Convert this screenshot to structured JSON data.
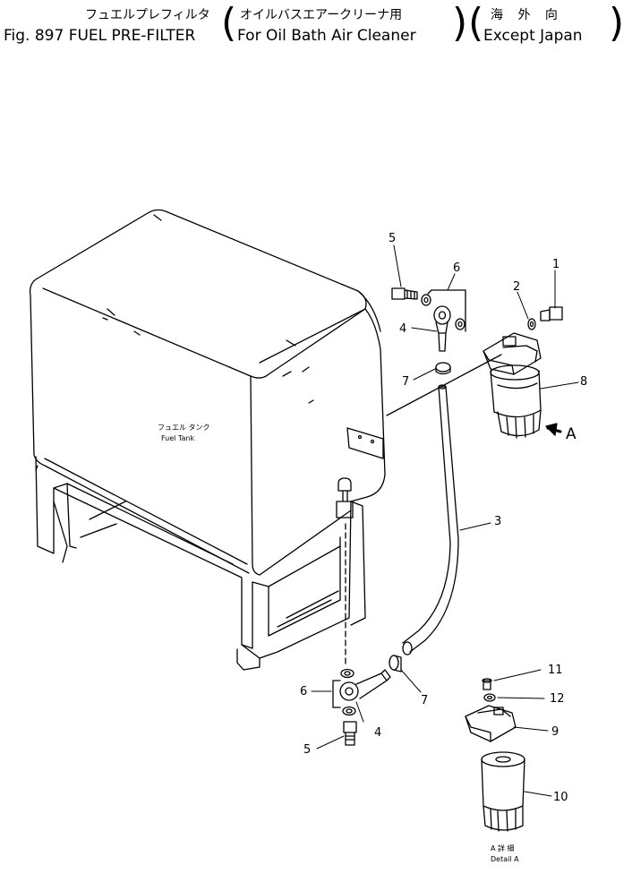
{
  "title": {
    "jp_main": "フュエルプレフィルタ",
    "en_main": "Fig. 897 FUEL PRE-FILTER",
    "jp_cond": "オイルバスエアークリーナ用",
    "en_cond": "For Oil Bath Air Cleaner",
    "jp_region": "海 外 向",
    "en_region": "Except Japan"
  },
  "tank": {
    "jp_label": "フュエル タンク",
    "en_label": "Fuel Tank"
  },
  "detail": {
    "jp_label": "A 詳 細",
    "en_label": "Detail A",
    "arrow_label": "A"
  },
  "callouts": {
    "c1": "1",
    "c2": "2",
    "c3": "3",
    "c4a": "4",
    "c4b": "4",
    "c5a": "5",
    "c5b": "5",
    "c6a": "6",
    "c6b": "6",
    "c7a": "7",
    "c7b": "7",
    "c8": "8",
    "c9": "9",
    "c10": "10",
    "c11": "11",
    "c12": "12"
  }
}
